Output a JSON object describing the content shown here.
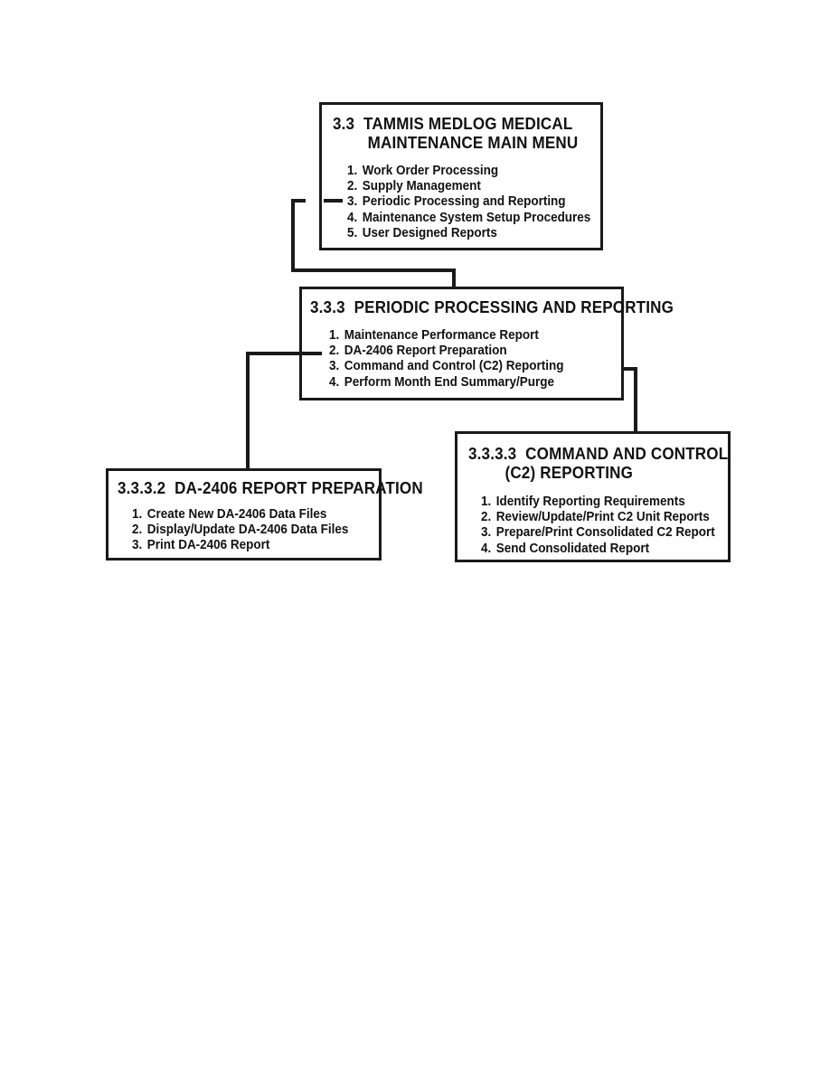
{
  "diagram": {
    "type": "menu-hierarchy-tree",
    "boxes": [
      {
        "id": "main-menu",
        "number": "3.3",
        "title_line1": "TAMMIS MEDLOG MEDICAL",
        "title_line2": "MAINTENANCE MAIN MENU",
        "items": [
          {
            "index": "1.",
            "label": "Work Order Processing"
          },
          {
            "index": "2.",
            "label": "Supply Management"
          },
          {
            "index": "3.",
            "label": "Periodic Processing and Reporting"
          },
          {
            "index": "4.",
            "label": "Maintenance System Setup Procedures"
          },
          {
            "index": "5.",
            "label": "User Designed Reports"
          }
        ]
      },
      {
        "id": "periodic",
        "number": "3.3.3",
        "title_line1": "PERIODIC PROCESSING AND REPORTING",
        "title_line2": "",
        "items": [
          {
            "index": "1.",
            "label": "Maintenance Performance Report"
          },
          {
            "index": "2.",
            "label": "DA-2406 Report Preparation"
          },
          {
            "index": "3.",
            "label": "Command and Control (C2) Reporting"
          },
          {
            "index": "4.",
            "label": "Perform Month End Summary/Purge"
          }
        ]
      },
      {
        "id": "da2406",
        "number": "3.3.3.2",
        "title_line1": "DA-2406 REPORT PREPARATION",
        "title_line2": "",
        "items": [
          {
            "index": "1.",
            "label": "Create New DA-2406 Data Files"
          },
          {
            "index": "2.",
            "label": "Display/Update DA-2406 Data Files"
          },
          {
            "index": "3.",
            "label": "Print DA-2406 Report"
          }
        ]
      },
      {
        "id": "c2",
        "number": "3.3.3.3",
        "title_line1": "COMMAND AND CONTROL",
        "title_line2": "(C2) REPORTING",
        "items": [
          {
            "index": "1.",
            "label": "Identify Reporting Requirements"
          },
          {
            "index": "2.",
            "label": "Review/Update/Print C2 Unit Reports"
          },
          {
            "index": "3.",
            "label": "Prepare/Print Consolidated C2 Report"
          },
          {
            "index": "4.",
            "label": "Send Consolidated Report"
          }
        ]
      }
    ],
    "colors": {
      "ink": "#1a1a1a",
      "paper": "#ffffff"
    }
  }
}
